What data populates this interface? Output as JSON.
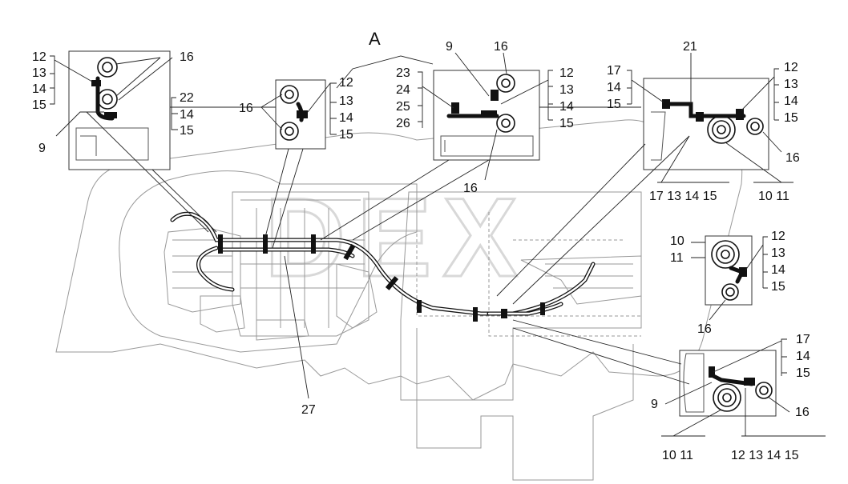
{
  "view_label": "A",
  "watermark": "DEX",
  "callouts": {
    "c1": {
      "n12": "12",
      "n13": "13",
      "n14": "14",
      "n15": "15",
      "n16": "16",
      "n9": "9",
      "n22": "22",
      "n14b": "14",
      "n15b": "15"
    },
    "c2": {
      "n16": "16",
      "n12": "12",
      "n13": "13",
      "n14": "14",
      "n15": "15"
    },
    "c3": {
      "n9": "9",
      "n16": "16",
      "n23": "23",
      "n24": "24",
      "n25": "25",
      "n26": "26",
      "n12": "12",
      "n13": "13",
      "n14": "14",
      "n15": "15",
      "n16b": "16"
    },
    "c4": {
      "n21": "21",
      "n17": "17",
      "n14": "14",
      "n15": "15",
      "n12": "12",
      "n13": "13",
      "n14b": "14",
      "n15b": "15",
      "n16": "16",
      "bottom": "17 13 14 15",
      "n10_11": "10 11"
    },
    "c5": {
      "n10": "10",
      "n11": "11",
      "n12": "12",
      "n13": "13",
      "n14": "14",
      "n15": "15",
      "n16": "16"
    },
    "c6": {
      "n17": "17",
      "n14": "14",
      "n15": "15",
      "n9": "9",
      "n16": "16",
      "left": "10 11",
      "right": "12 13 14 15"
    },
    "n27": "27"
  }
}
